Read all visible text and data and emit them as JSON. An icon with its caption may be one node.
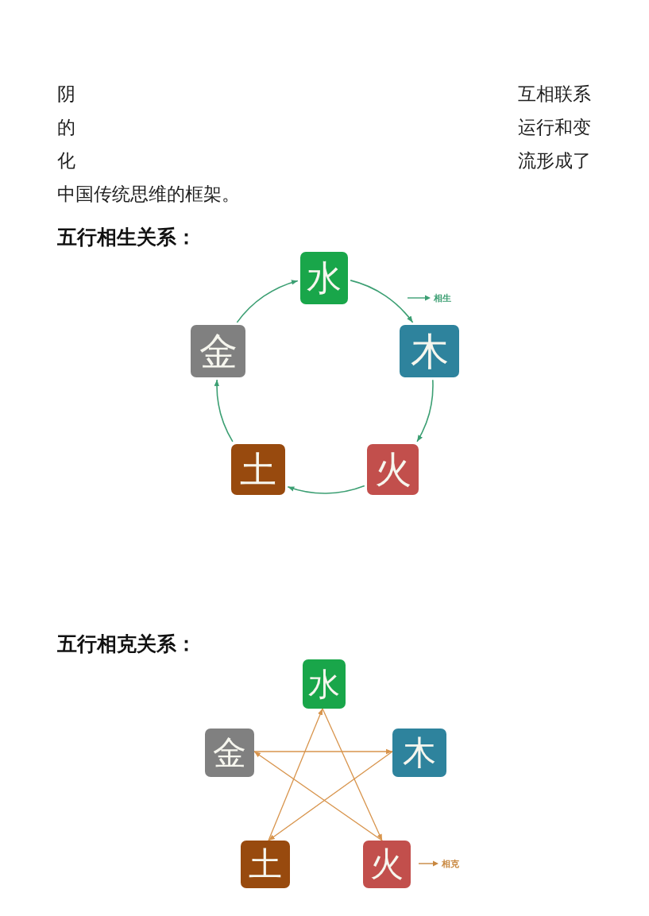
{
  "diagram": {
    "nodes": [
      {
        "text": [
          "水"
        ]
      },
      {
        "text": [
          "金"
        ]
      },
      {
        "text": [
          "木"
        ]
      },
      {
        "text": [
          "土"
        ]
      },
      {
        "text": [
          "火"
        ]
      },
      {
        "text": [
          "水"
        ]
      },
      {
        "text": [
          "金"
        ]
      },
      {
        "text": [
          "木"
        ]
      },
      {
        "text": [
          "土"
        ]
      },
      {
        "text": [
          "火"
        ]
      }
    ],
    "edges": [
      {
        "from": 0,
        "to": 2,
        "arrow": "to",
        "color": "#3c9f73"
      },
      {
        "from": 2,
        "to": 4,
        "arrow": "to",
        "color": "#3c9f73"
      },
      {
        "from": 4,
        "to": 3,
        "arrow": "to",
        "color": "#3c9f73"
      },
      {
        "from": 3,
        "to": 1,
        "arrow": "to",
        "color": "#3c9f73"
      },
      {
        "from": 1,
        "to": 0,
        "arrow": "to",
        "color": "#3c9f73"
      },
      {
        "from": 6,
        "to": 7,
        "arrow": "to",
        "color": "#d8944c"
      },
      {
        "from": 7,
        "to": 8,
        "arrow": "to",
        "color": "#d8944c"
      },
      {
        "from": 8,
        "to": 5,
        "arrow": "to",
        "color": "#d8944c"
      },
      {
        "from": 5,
        "to": 9,
        "arrow": "to",
        "color": "#d8944c"
      },
      {
        "from": 9,
        "to": 6,
        "arrow": "to",
        "color": "#d8944c"
      }
    ],
    "labels": [
      "阴",
      "互相联系",
      "的",
      "运行和变",
      "化",
      "流形成了",
      "中国传统思维的框架。",
      "五行相生关系：",
      "五行相克关系："
    ],
    "legend": [
      {
        "text": "相生"
      },
      {
        "text": "相克"
      }
    ]
  }
}
